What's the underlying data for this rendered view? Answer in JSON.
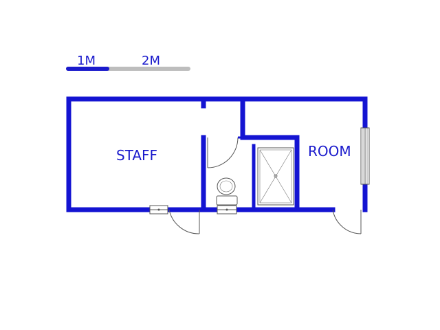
{
  "scale_bar": {
    "label_1": "1M",
    "label_2": "2M",
    "color_dark": "#1a1acc",
    "color_light": "#bdbdbd"
  },
  "rooms": {
    "staff": "STAFF",
    "room": "ROOM"
  },
  "colors": {
    "wall": "#1414d2",
    "label": "#1a1acc",
    "fixture": "#555555"
  }
}
